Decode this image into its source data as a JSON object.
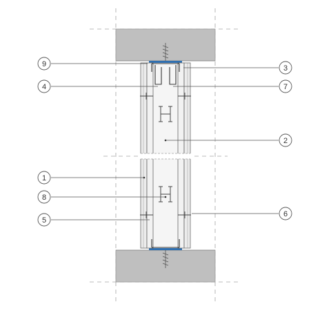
{
  "callouts": [
    {
      "id": "9",
      "label": "9"
    },
    {
      "id": "3",
      "label": "3"
    },
    {
      "id": "4",
      "label": "4"
    },
    {
      "id": "7",
      "label": "7"
    },
    {
      "id": "2",
      "label": "2"
    },
    {
      "id": "1",
      "label": "1"
    },
    {
      "id": "8",
      "label": "8"
    },
    {
      "id": "5",
      "label": "5"
    },
    {
      "id": "6",
      "label": "6"
    }
  ],
  "colors": {
    "slab": "#bdbdbd",
    "slab_edge": "#9a9a9a",
    "line": "#444444",
    "thin_line": "#888888",
    "dash": "#9a9a9a",
    "seal": "#2f6fb0",
    "board": "#f4f4f4"
  }
}
